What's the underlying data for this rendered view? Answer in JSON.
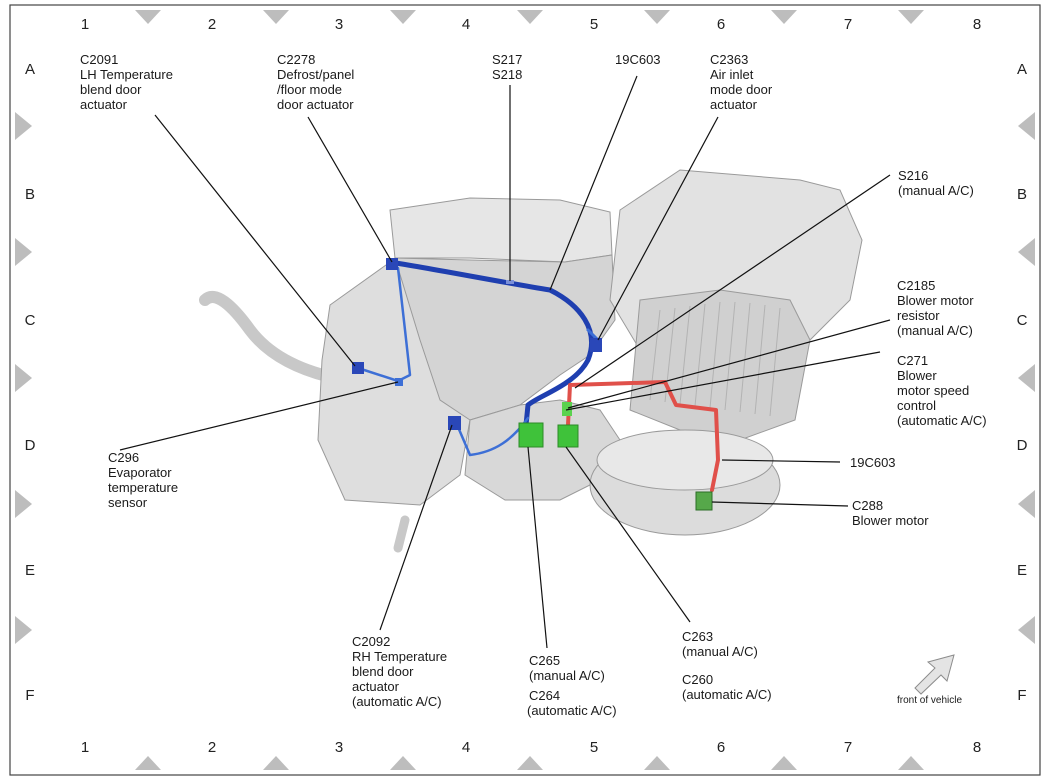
{
  "grid": {
    "columns": [
      "1",
      "2",
      "3",
      "4",
      "5",
      "6",
      "7",
      "8"
    ],
    "rows": [
      "A",
      "B",
      "C",
      "D",
      "E",
      "F"
    ]
  },
  "callouts": {
    "c2091": [
      "C2091",
      "LH Temperature",
      "blend door",
      "actuator"
    ],
    "c2278": [
      "C2278",
      "Defrost/panel",
      "/floor mode",
      "door actuator"
    ],
    "s217": [
      "S217",
      "S218"
    ],
    "c19c603_top": [
      "19C603"
    ],
    "c2363": [
      "C2363",
      "Air inlet",
      "mode door",
      "actuator"
    ],
    "s216": [
      "S216",
      "(manual A/C)"
    ],
    "c2185": [
      "C2185",
      "Blower motor",
      "resistor",
      "(manual A/C)"
    ],
    "c271": [
      "C271",
      "Blower",
      "motor speed",
      "control",
      "(automatic A/C)"
    ],
    "c19c603_right": [
      "19C603"
    ],
    "c288": [
      "C288",
      "Blower motor"
    ],
    "c296": [
      "C296",
      "Evaporator",
      "temperature",
      "sensor"
    ],
    "c2092": [
      "C2092",
      "RH Temperature",
      "blend door",
      "actuator",
      "(automatic A/C)"
    ],
    "c265": [
      "C265",
      "(manual A/C)"
    ],
    "c264": [
      "C264",
      "(automatic A/C)"
    ],
    "c263": [
      "C263",
      "(manual A/C)"
    ],
    "c260": [
      "C260",
      "(automatic A/C)"
    ]
  },
  "front_of_vehicle": "front of vehicle",
  "colors": {
    "harness_blue": "#1f3fb0",
    "harness_light_blue": "#3d6fd6",
    "harness_red": "#e0504a",
    "connector_green": "#3fc23a",
    "housing_gray": "#d9d9d9"
  }
}
